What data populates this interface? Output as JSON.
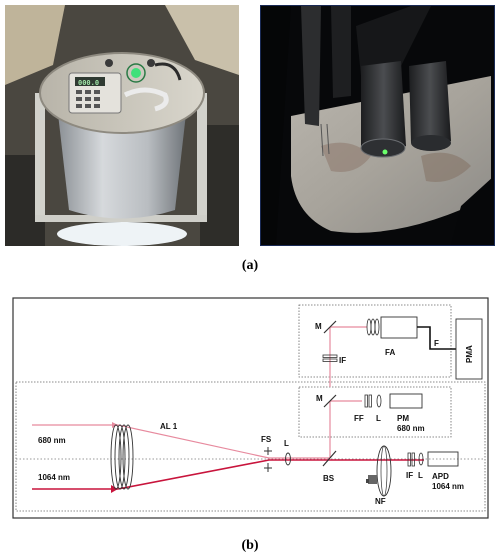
{
  "figure": {
    "panel_a": {
      "caption": "(a)",
      "instrument_display": {
        "readout": "000.0"
      }
    },
    "panel_b": {
      "caption": "(b)",
      "labels": {
        "mirror_top": "M",
        "if_top": "IF",
        "fa": "FA",
        "fiber": "F",
        "pma": "PMA",
        "mirror_mid": "M",
        "ff": "FF",
        "lens_mid": "L",
        "pm": "PM",
        "pm_wavelength": "680 nm",
        "al1": "AL 1",
        "fs": "FS",
        "lens_main": "L",
        "wl_680": "680 nm",
        "wl_1064": "1064 nm",
        "bs": "BS",
        "nf": "NF",
        "if_bottom": "IF",
        "lens_bottom": "L",
        "apd": "APD",
        "apd_wavelength": "1064 nm"
      },
      "colors": {
        "beam_680": "#e78a9e",
        "beam_1064": "#c8143c",
        "frame": "#333333"
      }
    }
  }
}
